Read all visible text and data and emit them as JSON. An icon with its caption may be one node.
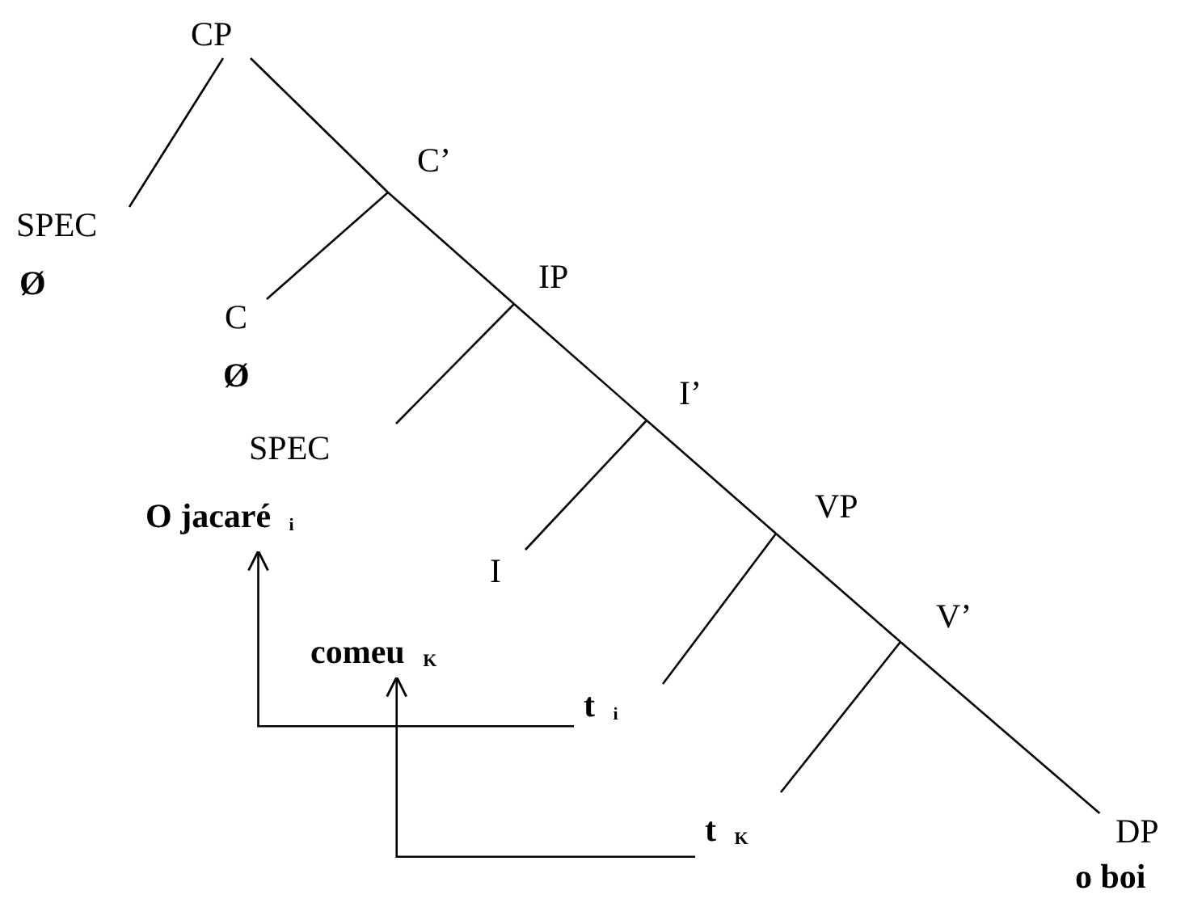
{
  "diagram": {
    "nodes": [
      {
        "text": [
          "CP"
        ]
      },
      {
        "text": [
          "SPEC",
          "Ø"
        ]
      },
      {
        "text": [
          "C’"
        ]
      },
      {
        "text": [
          "C",
          "Ø"
        ]
      },
      {
        "text": [
          "IP"
        ]
      },
      {
        "text": [
          "SPEC",
          "O jacaré $_{i}$"
        ]
      },
      {
        "text": [
          "I’"
        ]
      },
      {
        "text": [
          "I",
          "comeu $_{K}$"
        ]
      },
      {
        "text": [
          "VP"
        ]
      },
      {
        "text": [
          "t $_{i}$"
        ]
      },
      {
        "text": [
          "V’"
        ]
      },
      {
        "text": [
          "t $_{K}$"
        ]
      },
      {
        "text": [
          "DP",
          "o boi"
        ]
      }
    ],
    "edges": [
      {
        "from": 0,
        "to": 1,
        "arrow": "none"
      },
      {
        "from": 0,
        "to": 2,
        "arrow": "none"
      },
      {
        "from": 2,
        "to": 3,
        "arrow": "none"
      },
      {
        "from": 2,
        "to": 4,
        "arrow": "none"
      },
      {
        "from": 4,
        "to": 5,
        "arrow": "none"
      },
      {
        "from": 4,
        "to": 6,
        "arrow": "none"
      },
      {
        "from": 6,
        "to": 7,
        "arrow": "none"
      },
      {
        "from": 6,
        "to": 8,
        "arrow": "none"
      },
      {
        "from": 8,
        "to": 9,
        "arrow": "none"
      },
      {
        "from": 8,
        "to": 10,
        "arrow": "none"
      },
      {
        "from": 10,
        "to": 11,
        "arrow": "none"
      },
      {
        "from": 10,
        "to": 12,
        "arrow": "none"
      },
      {
        "from": 9,
        "to": 5,
        "arrow": "to"
      },
      {
        "from": 11,
        "to": 7,
        "arrow": "to"
      }
    ]
  }
}
